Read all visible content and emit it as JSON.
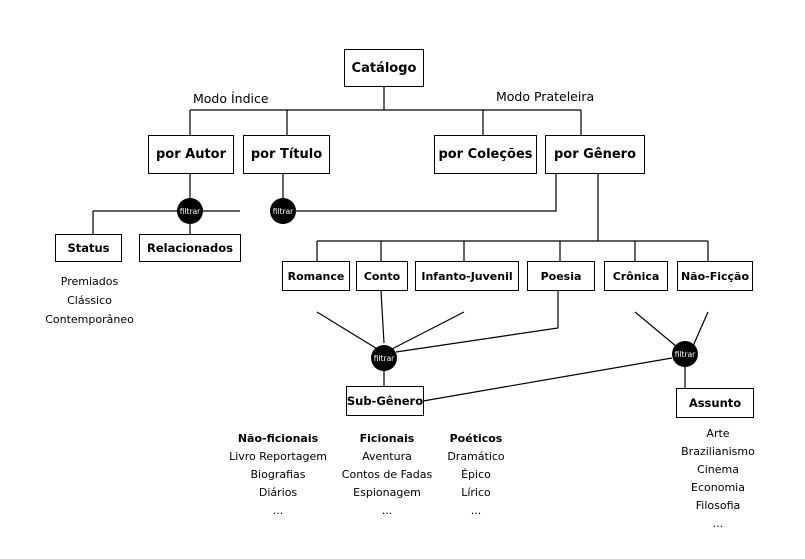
{
  "nodes": {
    "catalogo": "Catálogo",
    "modo_indice": "Modo Índice",
    "modo_prateleira": "Modo Prateleira",
    "por_autor": "por Autor",
    "por_titulo": "por Título",
    "por_colecoes": "por Coleções",
    "por_genero": "por Gênero",
    "status": "Status",
    "relacionados": "Relacionados",
    "romance": "Romance",
    "conto": "Conto",
    "infanto_juvenil": "Infanto-Juvenil",
    "poesia": "Poesia",
    "cronica": "Crônica",
    "nao_ficcao": "Não-Ficção",
    "sub_genero": "Sub-Gênero",
    "assunto": "Assunto"
  },
  "filter_label": "filtrar",
  "status_items": [
    "Premiados",
    "Clássico",
    "Contemporâneo"
  ],
  "subgenero_groups": [
    {
      "title": "Não-ficionais",
      "items": [
        "Livro Reportagem",
        "Biografias",
        "Diários",
        "..."
      ]
    },
    {
      "title": "Ficionais",
      "items": [
        "Aventura",
        "Contos de Fadas",
        "Espionagem",
        "..."
      ]
    },
    {
      "title": "Poéticos",
      "items": [
        "Dramático",
        "Épico",
        "Lírico",
        "..."
      ]
    }
  ],
  "assunto_items": [
    "Arte",
    "Brazilianismo",
    "Cinema",
    "Economia",
    "Filosofia",
    "..."
  ]
}
